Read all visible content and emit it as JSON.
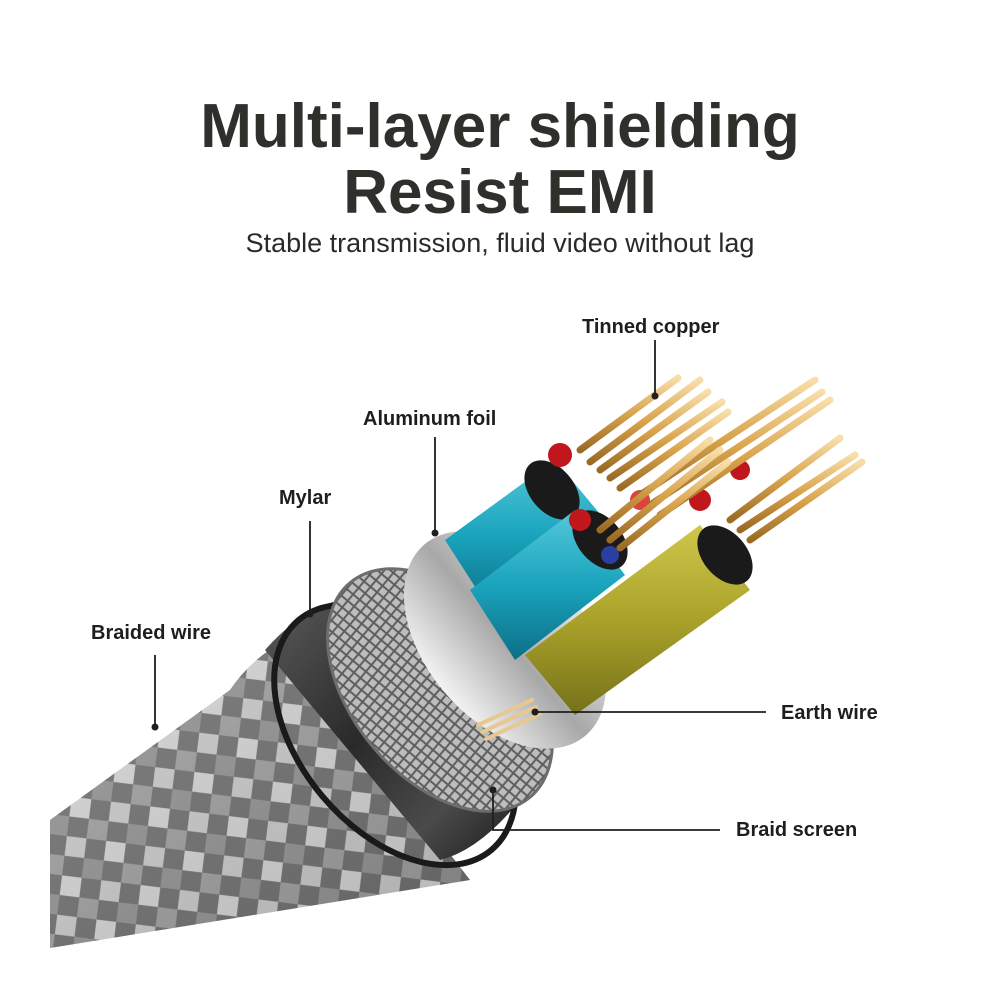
{
  "header": {
    "title_line1": "Multi-layer shielding",
    "title_line2": "Resist EMI",
    "subtitle": "Stable transmission, fluid video without lag"
  },
  "labels": {
    "tinned_copper": "Tinned copper",
    "aluminum_foil": "Aluminum foil",
    "mylar": "Mylar",
    "braided_wire": "Braided wire",
    "earth_wire": "Earth wire",
    "braid_screen": "Braid screen"
  },
  "colors": {
    "title": "#2f302b",
    "teal_insulation": "#1aa4bd",
    "olive_insulation": "#a9a22a",
    "copper": "#d9a44c",
    "braid_grey": "#8c8c8c"
  }
}
